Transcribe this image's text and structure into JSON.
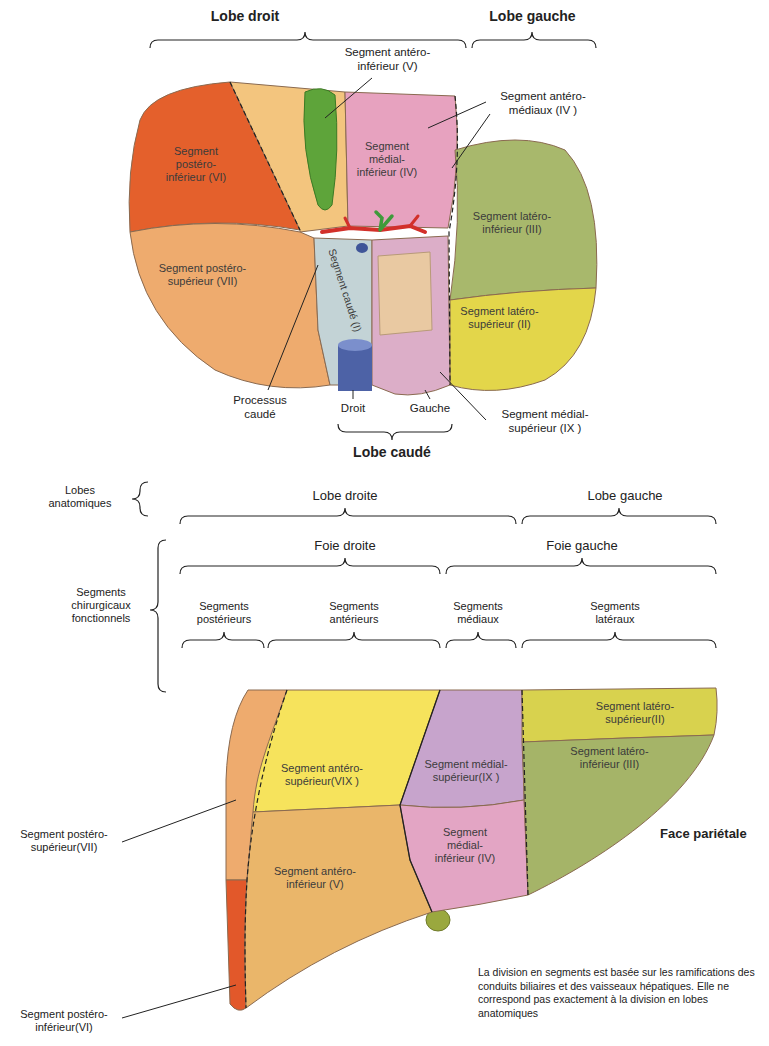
{
  "diagram": {
    "labels": [
      "Lobe droit",
      "Lobe gauche",
      "Segment antéro- inférieur (V)",
      "Segment antéro- médiaux (IV )",
      "Segment postéro- inférieur (VI)",
      "Segment médial- inférieur (IV)",
      "Segment latéro- inférieur (III)",
      "Segment postéro- supérieur (VII)",
      "Segment caudé (I)",
      "Segment latéro- supérieur (II)",
      "Processus caudé",
      "Droit",
      "Gauche",
      "Segment médial- supérieur (IX )",
      "Lobe caudé",
      "Lobes anatomiques",
      "Lobe droite",
      "Lobe gauche",
      "Segments chirurgicaux fonctionnels",
      "Foie droite",
      "Foie gauche",
      "Segments postérieurs",
      "Segments antérieurs",
      "Segments médiaux",
      "Segments latéraux",
      "Segment latéro- supérieur(II)",
      "Segment latéro- inférieur (III)",
      "Segment antéro- supérieur(VIX )",
      "Segment médial- supérieur(IX )",
      "Face pariétale",
      "Segment antéro- inférieur (V)",
      "Segment médial- inférieur (IV)",
      "Segment postéro- supérieur(VII)",
      "La division en segments est basée sur les ramifications des conduits biliaires et des vaisseaux hépatiques. Elle ne correspond pas exactement à la division en lobes anatomiques",
      "Segment postéro- inférieur(VI)"
    ]
  }
}
